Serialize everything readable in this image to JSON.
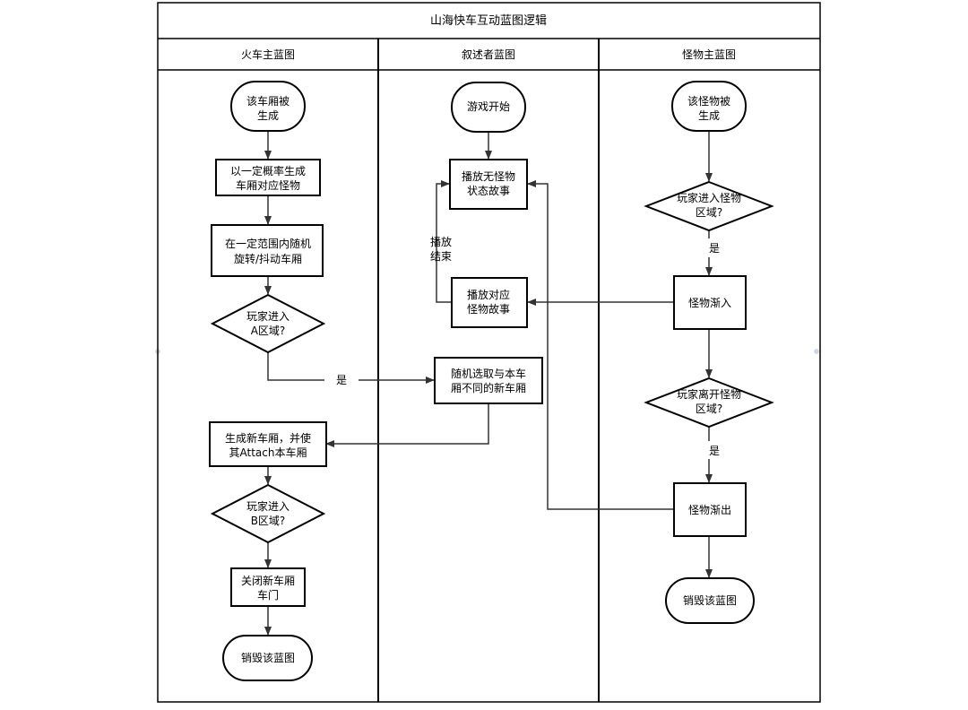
{
  "title": "山海快车互动蓝图逻辑",
  "lanes": [
    "火车主蓝图",
    "叙述者蓝图",
    "怪物主蓝图"
  ],
  "nodes": {
    "train_spawned": [
      "该车厢被",
      "生成"
    ],
    "gen_monster": [
      "以一定概率生成",
      "车厢对应怪物"
    ],
    "rotate": [
      "在一定范围内随机",
      "旋转/抖动车厢"
    ],
    "enter_a": [
      "玩家进入",
      "A区域?"
    ],
    "gen_new": [
      "生成新车厢，并使",
      "其Attach本车厢"
    ],
    "enter_b": [
      "玩家进入",
      "B区域?"
    ],
    "close_door": [
      "关闭新车厢",
      "车门"
    ],
    "destroy_train": [
      "销毁该蓝图"
    ],
    "game_start": [
      "游戏开始"
    ],
    "play_none": [
      "播放无怪物",
      "状态故事"
    ],
    "play_monster": [
      "播放对应",
      "怪物故事"
    ],
    "pick_new": [
      "随机选取与本车",
      "厢不同的新车厢"
    ],
    "monster_spawned": [
      "该怪物被",
      "生成"
    ],
    "enter_zone": [
      "玩家进入怪物",
      "区域?"
    ],
    "fade_in": [
      "怪物渐入"
    ],
    "leave_zone": [
      "玩家离开怪物",
      "区域?"
    ],
    "fade_out": [
      "怪物渐出"
    ],
    "destroy_monster": [
      "销毁该蓝图"
    ]
  },
  "edge_labels": {
    "yes_a": "是",
    "yes_enter": "是",
    "yes_leave": "是",
    "play_end": [
      "播放",
      "结束"
    ]
  }
}
